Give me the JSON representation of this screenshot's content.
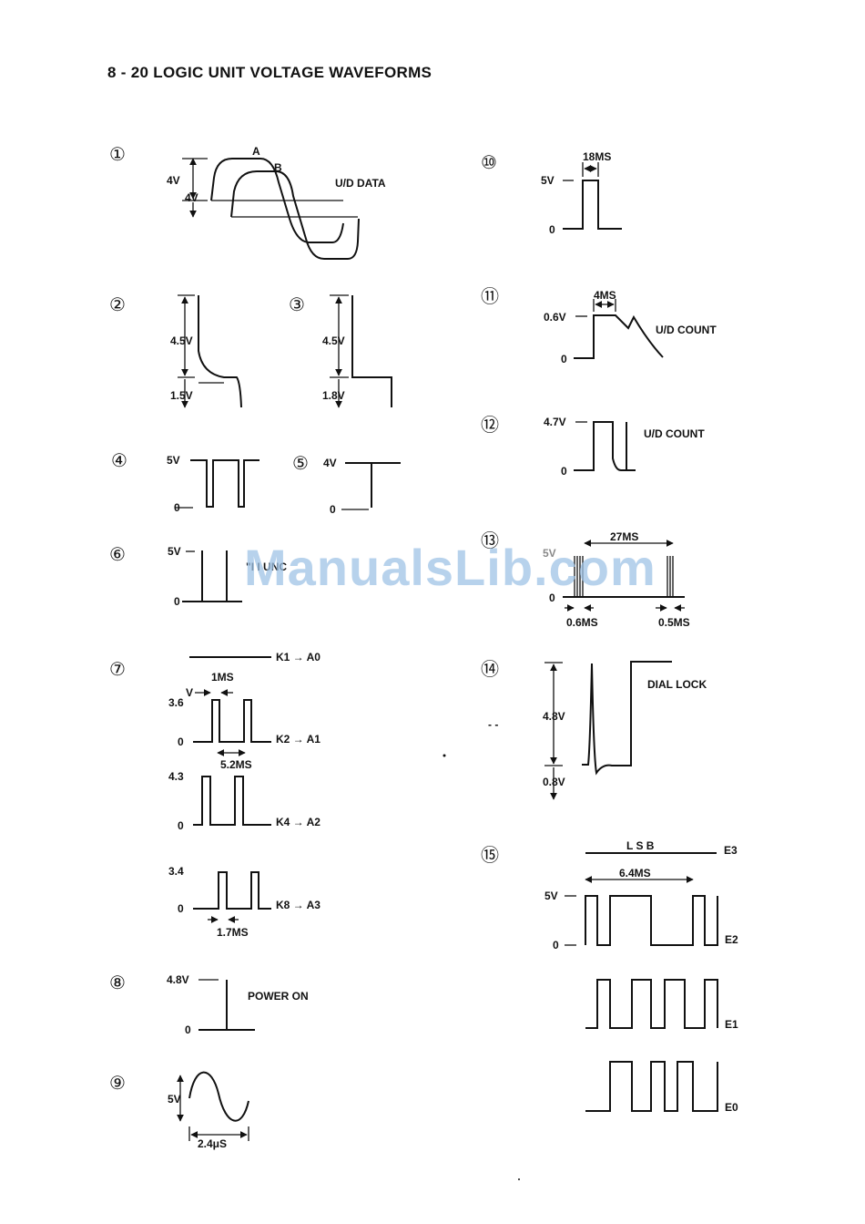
{
  "title": "8 - 20 LOGIC UNIT VOLTAGE WAVEFORMS",
  "watermark": "ManualsLib.com",
  "colors": {
    "ink": "#111111",
    "watermark": "#9fc3e6",
    "paper": "#ffffff"
  },
  "waveforms": {
    "w1": {
      "number": "①",
      "labels": {
        "a": "A",
        "b": "B",
        "amp_a": "4V",
        "amp_b": "4V",
        "signal": "U/D DATA"
      }
    },
    "w2": {
      "number": "②",
      "labels": {
        "high": "4.5V",
        "low": "1.5V"
      }
    },
    "w3": {
      "number": "③",
      "labels": {
        "high": "4.5V",
        "low": "1.8V"
      }
    },
    "w4": {
      "number": "④",
      "labels": {
        "high": "5V",
        "zero": "0"
      }
    },
    "w5": {
      "number": "⑤",
      "labels": {
        "high": "4V",
        "zero": "0"
      }
    },
    "w6": {
      "number": "⑥",
      "labels": {
        "high": "5V",
        "zero": "0",
        "signal": "\"I I UNC"
      }
    },
    "w7": {
      "number": "⑦",
      "labels": {
        "k1": "K1 → A0",
        "width": "1MS",
        "v1": "3.6",
        "v1_unit": "V",
        "zero1": "0",
        "k2": "K2 → A1",
        "period": "5.2MS",
        "v2": "4.3",
        "zero2": "0",
        "k4": "K4 → A2",
        "v3": "3.4",
        "zero3": "0",
        "k8": "K8 → A3",
        "gap": "1.7MS"
      }
    },
    "w8": {
      "number": "⑧",
      "labels": {
        "high": "4.8V",
        "zero": "0",
        "signal": "POWER ON"
      }
    },
    "w9": {
      "number": "⑨",
      "labels": {
        "amp": "5V",
        "period": "2.4μS"
      }
    },
    "w10": {
      "number": "⑩",
      "labels": {
        "width": "18MS",
        "high": "5V",
        "zero": "0"
      }
    },
    "w11": {
      "number": "⑪",
      "labels": {
        "width": "4MS",
        "high": "0.6V",
        "zero": "0",
        "signal": "U/D COUNT"
      }
    },
    "w12": {
      "number": "⑫",
      "labels": {
        "high": "4.7V",
        "zero": "0",
        "signal": "U/D COUNT"
      }
    },
    "w13": {
      "number": "⑬",
      "labels": {
        "period": "27MS",
        "high": "5V",
        "zero": "0",
        "burst1": "0.6MS",
        "burst2": "0.5MS"
      }
    },
    "w14": {
      "number": "⑭",
      "labels": {
        "high": "4.8V",
        "low": "0.8V",
        "signal": "DIAL LOCK",
        "stray": "- -"
      }
    },
    "w15": {
      "number": "⑮",
      "labels": {
        "lsb": "L S B",
        "e3": "E3",
        "period": "6.4MS",
        "high": "5V",
        "zero": "0",
        "e2": "E2",
        "e1": "E1",
        "e0": "E0"
      }
    }
  }
}
